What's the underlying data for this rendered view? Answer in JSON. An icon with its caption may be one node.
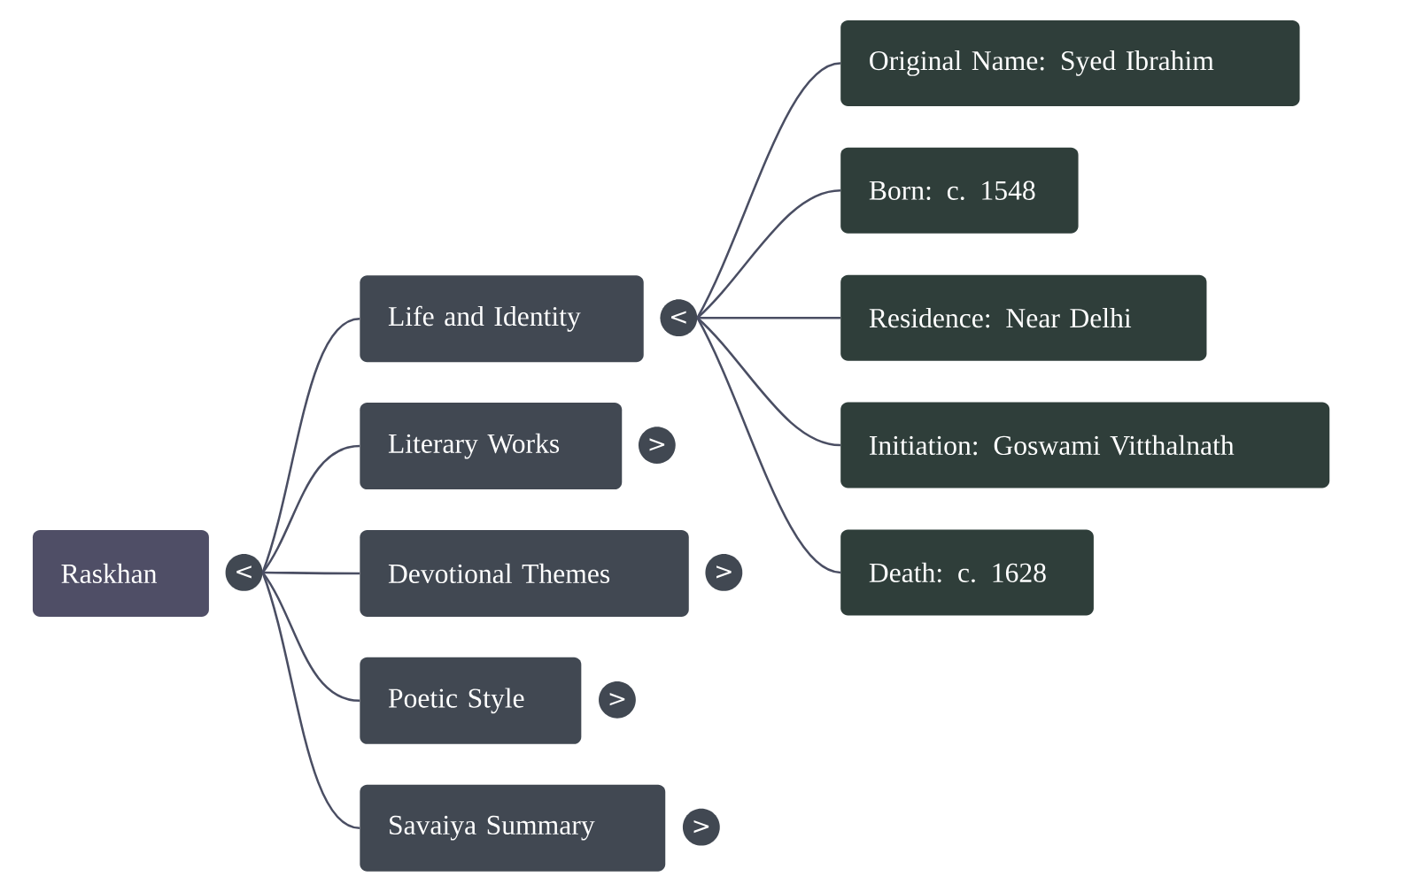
{
  "diagram": {
    "nodes": [
      {
        "text": [
          "Raskhan"
        ]
      },
      {
        "text": [
          "<"
        ]
      },
      {
        "text": [
          "Life and Identity"
        ]
      },
      {
        "text": [
          "<"
        ]
      },
      {
        "text": [
          "Original Name: Syed Ibrahim"
        ]
      },
      {
        "text": [
          "Born: c. 1548"
        ]
      },
      {
        "text": [
          "Residence: Near Delhi"
        ]
      },
      {
        "text": [
          "Initiation: Goswami Vitthalnath"
        ]
      },
      {
        "text": [
          "Death: c. 1628"
        ]
      },
      {
        "text": [
          "Literary Works"
        ]
      },
      {
        "text": [
          ">"
        ]
      },
      {
        "text": [
          "Devotional Themes"
        ]
      },
      {
        "text": [
          ">"
        ]
      },
      {
        "text": [
          "Poetic Style"
        ]
      },
      {
        "text": [
          ">"
        ]
      },
      {
        "text": [
          "Savaiya Summary"
        ]
      },
      {
        "text": [
          ">"
        ]
      }
    ],
    "edges": [
      {
        "from": 1,
        "to": 2,
        "arrow": "none"
      },
      {
        "from": 1,
        "to": 9,
        "arrow": "none"
      },
      {
        "from": 1,
        "to": 11,
        "arrow": "none"
      },
      {
        "from": 1,
        "to": 13,
        "arrow": "none"
      },
      {
        "from": 1,
        "to": 15,
        "arrow": "none"
      },
      {
        "from": 3,
        "to": 4,
        "arrow": "none"
      },
      {
        "from": 3,
        "to": 5,
        "arrow": "none"
      },
      {
        "from": 3,
        "to": 6,
        "arrow": "none"
      },
      {
        "from": 3,
        "to": 7,
        "arrow": "none"
      },
      {
        "from": 3,
        "to": 8,
        "arrow": "none"
      }
    ]
  }
}
